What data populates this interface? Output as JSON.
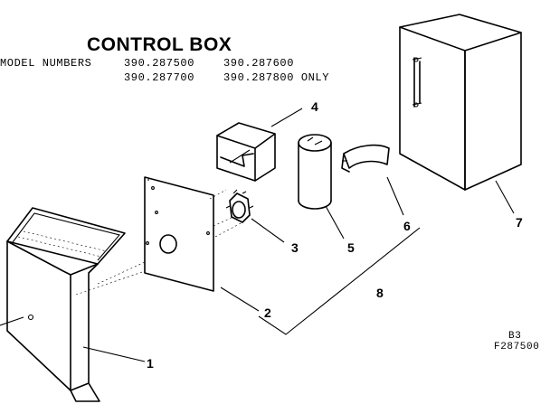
{
  "header": {
    "title": "CONTROL BOX",
    "model_label": "MODEL NUMBERS",
    "models_row1": [
      "390.287500",
      "390.287600"
    ],
    "models_row2": [
      "390.287700",
      "390.287800 ONLY"
    ]
  },
  "callouts": {
    "part1": "1",
    "part2": "2",
    "part3": "3",
    "part4": "4",
    "part5": "5",
    "part6": "6",
    "part7": "7",
    "part8": "8"
  },
  "footer": {
    "sheet": "B3",
    "figure": "F287500"
  },
  "icons": [
    "control-box-cover",
    "mounting-plate",
    "thermostat",
    "terminal-cover",
    "capacitor",
    "capacitor-strap",
    "side-panel"
  ]
}
